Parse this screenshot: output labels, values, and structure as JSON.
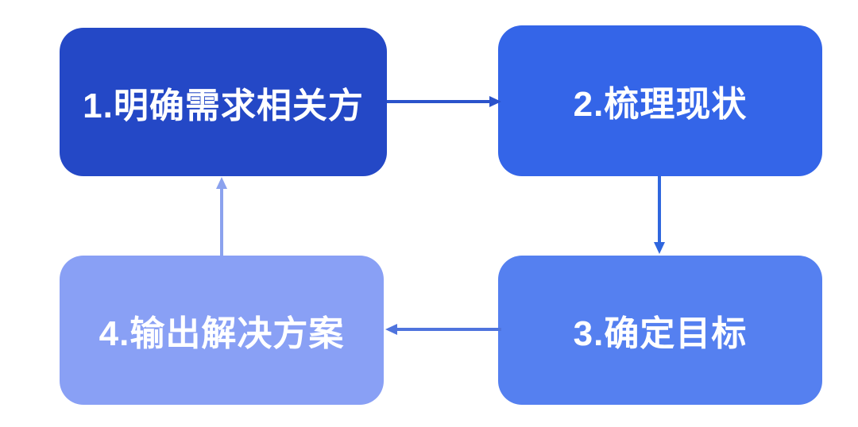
{
  "diagram": {
    "description": "four-step closed-loop process flowchart",
    "background_color": "#ffffff",
    "text_color": "#ffffff",
    "nodes": [
      {
        "id": "1",
        "label": "1.明确需求相关方",
        "fill": "#2448c6"
      },
      {
        "id": "2",
        "label": "2.梳理现状",
        "fill": "#3465e8"
      },
      {
        "id": "3",
        "label": "3.确定目标",
        "fill": "#5580f0"
      },
      {
        "id": "4",
        "label": "4.输出解决方案",
        "fill": "#89a0f5"
      }
    ],
    "edges": [
      {
        "from": "1",
        "to": "2",
        "direction": "right",
        "color": "#2b53cb"
      },
      {
        "from": "2",
        "to": "3",
        "direction": "down",
        "color": "#2f66de"
      },
      {
        "from": "3",
        "to": "4",
        "direction": "left",
        "color": "#4f74dd"
      },
      {
        "from": "4",
        "to": "1",
        "direction": "up",
        "color": "#8ba2ee"
      }
    ]
  }
}
